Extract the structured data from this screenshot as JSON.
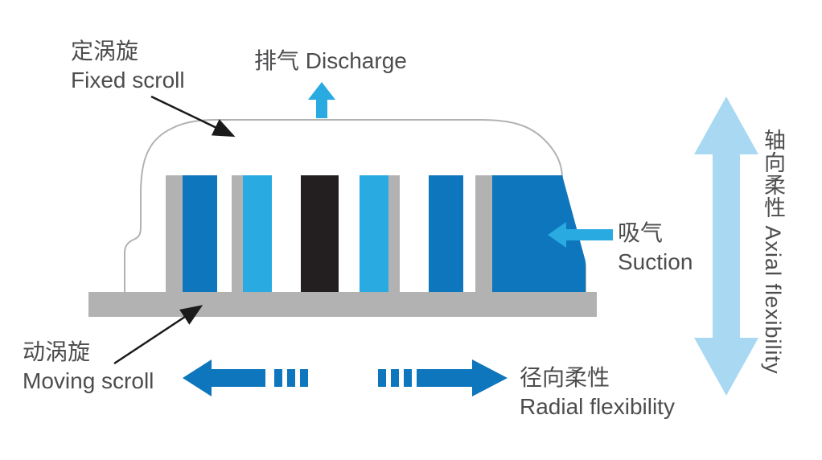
{
  "title": "Scroll compressor flexibility diagram",
  "labels": {
    "fixed_scroll_zh": "定涡旋",
    "fixed_scroll_en": "Fixed scroll",
    "discharge": "排气 Discharge",
    "suction_zh": "吸气",
    "suction_en": "Suction",
    "moving_scroll_zh": "动涡旋",
    "moving_scroll_en": "Moving scroll",
    "radial_zh": "径向柔性",
    "radial_en": "Radial flexibility",
    "axial": "轴向柔性 Axial flexibility"
  },
  "colors": {
    "dark_blue": "#0e76bc",
    "cyan": "#29aae1",
    "light_blue": "#a9d9f2",
    "gray": "#b2b2b2",
    "dark_bar": "#231f20",
    "text": "#4d4d4f",
    "leader": "#1a1a1a",
    "background": "#ffffff"
  },
  "diagram": {
    "parts": [
      {
        "name": "housing-outline",
        "description": "fixed scroll housing, gray outline"
      },
      {
        "name": "base-plate",
        "description": "moving scroll base plate, gray"
      },
      {
        "name": "scroll-wraps",
        "description": "alternating blue / cyan / gray / dark vertical wraps"
      }
    ],
    "arrows": [
      {
        "name": "discharge-arrow",
        "direction": "up",
        "color": "cyan"
      },
      {
        "name": "suction-arrow",
        "direction": "left",
        "color": "cyan"
      },
      {
        "name": "radial-flexibility-arrow-left",
        "direction": "left",
        "style": "dashed-tail",
        "color": "dark_blue"
      },
      {
        "name": "radial-flexibility-arrow-right",
        "direction": "right",
        "style": "dashed-tail",
        "color": "dark_blue"
      },
      {
        "name": "axial-flexibility-arrow",
        "direction": "up-down",
        "color": "light_blue"
      },
      {
        "name": "fixed-scroll-leader",
        "direction": "to-housing",
        "color": "leader"
      },
      {
        "name": "moving-scroll-leader",
        "direction": "to-base-plate",
        "color": "leader"
      }
    ]
  }
}
